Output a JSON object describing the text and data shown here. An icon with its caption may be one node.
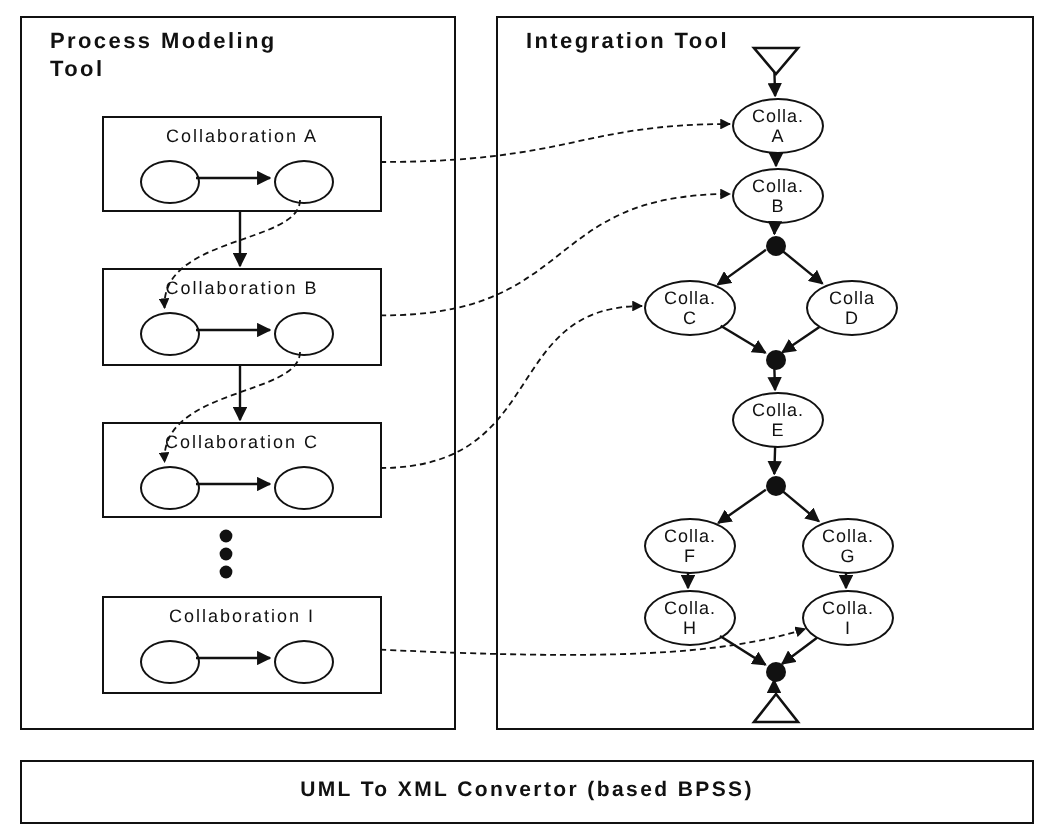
{
  "diagram": {
    "nodes": [
      {
        "text": [
          "Process Modeling Tool"
        ]
      },
      {
        "text": [
          "Collaboration A"
        ],
        "in": 0
      },
      {
        "text": [],
        "shape": "ellipse",
        "in": 1
      },
      {
        "text": [],
        "shape": "ellipse",
        "in": 1
      },
      {
        "text": [
          "Collaboration B"
        ],
        "in": 0
      },
      {
        "text": [],
        "shape": "ellipse",
        "in": 4
      },
      {
        "text": [],
        "shape": "ellipse",
        "in": 4
      },
      {
        "text": [
          "Collaboration C"
        ],
        "in": 0
      },
      {
        "text": [],
        "shape": "ellipse",
        "in": 7
      },
      {
        "text": [],
        "shape": "ellipse",
        "in": 7
      },
      {
        "text": [
          "Collaboration I"
        ],
        "in": 0
      },
      {
        "text": [],
        "shape": "ellipse",
        "in": 10
      },
      {
        "text": [],
        "shape": "ellipse",
        "in": 10
      },
      {
        "text": [
          "Integration Tool"
        ]
      },
      {
        "text": [],
        "shape": "triangle",
        "in": 13
      },
      {
        "text": [
          "Colla. A"
        ],
        "in": 13
      },
      {
        "text": [
          "Colla. B"
        ],
        "in": 13
      },
      {
        "text": [],
        "shape": "circle",
        "in": 13
      },
      {
        "text": [
          "Colla. C"
        ],
        "in": 13
      },
      {
        "text": [
          "Colla D"
        ],
        "in": 13
      },
      {
        "text": [],
        "shape": "circle",
        "in": 13
      },
      {
        "text": [
          "Colla. E"
        ],
        "in": 13
      },
      {
        "text": [],
        "shape": "circle",
        "in": 13
      },
      {
        "text": [
          "Colla. F"
        ],
        "in": 13
      },
      {
        "text": [
          "Colla. G"
        ],
        "in": 13
      },
      {
        "text": [
          "Colla. H"
        ],
        "in": 13
      },
      {
        "text": [
          "Colla. I"
        ],
        "in": 13
      },
      {
        "text": [],
        "shape": "circle",
        "in": 13
      },
      {
        "text": [],
        "shape": "triangle",
        "in": 13
      },
      {
        "text": [
          "UML To XML Convertor (based BPSS)"
        ]
      }
    ],
    "edges": [
      {
        "from": 2,
        "to": 3,
        "arrow": "to"
      },
      {
        "from": 5,
        "to": 6,
        "arrow": "to"
      },
      {
        "from": 8,
        "to": 9,
        "arrow": "to"
      },
      {
        "from": 11,
        "to": 12,
        "arrow": "to"
      },
      {
        "from": 1,
        "to": 4,
        "arrow": "to"
      },
      {
        "from": 4,
        "to": 7,
        "arrow": "to"
      },
      {
        "from": 3,
        "to": 5,
        "arrow": "to",
        "style": "dashed"
      },
      {
        "from": 6,
        "to": 8,
        "arrow": "to",
        "style": "dashed"
      },
      {
        "from": 1,
        "to": 15,
        "arrow": "to",
        "style": "dashed"
      },
      {
        "from": 4,
        "to": 16,
        "arrow": "to",
        "style": "dashed"
      },
      {
        "from": 7,
        "to": 18,
        "arrow": "to",
        "style": "dashed"
      },
      {
        "from": 10,
        "to": 26,
        "arrow": "to",
        "style": "dashed"
      },
      {
        "from": 14,
        "to": 15,
        "arrow": "to"
      },
      {
        "from": 15,
        "to": 16,
        "arrow": "to"
      },
      {
        "from": 16,
        "to": 17,
        "arrow": "to"
      },
      {
        "from": 17,
        "to": 18,
        "arrow": "to"
      },
      {
        "from": 17,
        "to": 19,
        "arrow": "to"
      },
      {
        "from": 18,
        "to": 20,
        "arrow": "to"
      },
      {
        "from": 19,
        "to": 20,
        "arrow": "to"
      },
      {
        "from": 20,
        "to": 21,
        "arrow": "to"
      },
      {
        "from": 21,
        "to": 22,
        "arrow": "to"
      },
      {
        "from": 22,
        "to": 23,
        "arrow": "to"
      },
      {
        "from": 22,
        "to": 24,
        "arrow": "to"
      },
      {
        "from": 23,
        "to": 25,
        "arrow": "to"
      },
      {
        "from": 24,
        "to": 26,
        "arrow": "to"
      },
      {
        "from": 25,
        "to": 27,
        "arrow": "to"
      },
      {
        "from": 26,
        "to": 27,
        "arrow": "to"
      },
      {
        "from": 28,
        "to": 27,
        "arrow": "to"
      }
    ]
  }
}
